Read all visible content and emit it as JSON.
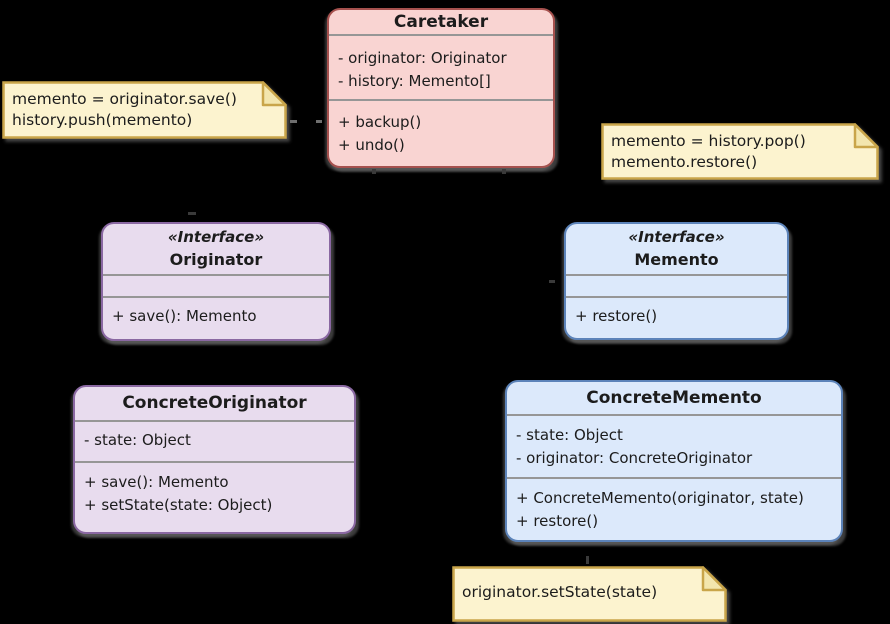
{
  "diagram": {
    "name": "Memento design pattern UML class diagram",
    "colors": {
      "background": "#000000",
      "caretaker_fill": "#f9d4d2",
      "caretaker_stroke": "#a6514e",
      "originator_fill": "#e8dcee",
      "originator_stroke": "#8a68a2",
      "memento_fill": "#dce9fb",
      "memento_stroke": "#5c83b9",
      "note_fill": "#fcf3cf",
      "note_fold_fill": "#f3e6ae",
      "note_stroke": "#c9a54a",
      "separator": "#969696",
      "text": "#1c1c1c"
    },
    "classes": [
      {
        "id": "caretaker",
        "stereotype": "",
        "name": "Caretaker",
        "attributes": [
          "- originator: Originator",
          "- history: Memento[]"
        ],
        "methods": [
          "+ backup()",
          "+ undo()"
        ]
      },
      {
        "id": "originator-interface",
        "stereotype": "«Interface»",
        "name": "Originator",
        "attributes": [],
        "methods": [
          "+ save(): Memento"
        ]
      },
      {
        "id": "memento-interface",
        "stereotype": "«Interface»",
        "name": "Memento",
        "attributes": [],
        "methods": [
          "+ restore()"
        ]
      },
      {
        "id": "concrete-originator",
        "stereotype": "",
        "name": "ConcreteOriginator",
        "attributes": [
          "- state: Object"
        ],
        "methods": [
          "+ save(): Memento",
          "+ setState(state: Object)"
        ]
      },
      {
        "id": "concrete-memento",
        "stereotype": "",
        "name": "ConcreteMemento",
        "attributes": [
          "- state: Object",
          "- originator: ConcreteOriginator"
        ],
        "methods": [
          "+ ConcreteMemento(originator, state)",
          "+ restore()"
        ]
      }
    ],
    "notes": [
      {
        "id": "note-backup",
        "lines": [
          "memento = originator.save()",
          "history.push(memento)"
        ]
      },
      {
        "id": "note-undo",
        "lines": [
          "memento = history.pop()",
          "memento.restore()"
        ]
      },
      {
        "id": "note-restore",
        "lines": [
          "originator.setState(state)"
        ]
      }
    ]
  }
}
